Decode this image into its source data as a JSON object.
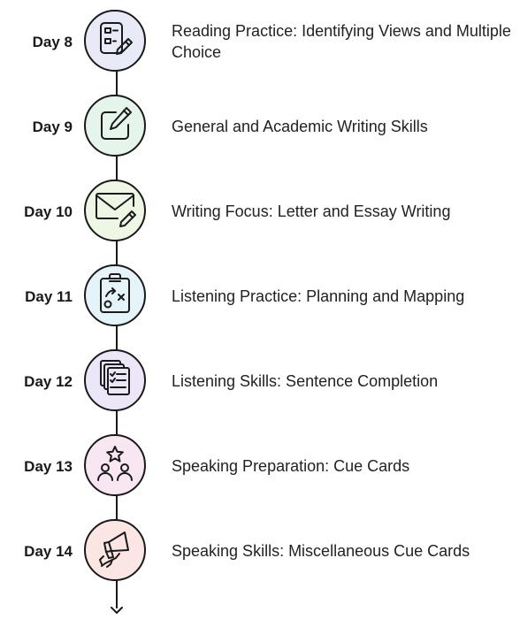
{
  "timeline": {
    "steps": [
      {
        "day": "Day 8",
        "title": "Reading Practice: Identifying Views and Multiple Choice",
        "icon": "checklist-pencil-icon",
        "color": "#e8eaf8"
      },
      {
        "day": "Day 9",
        "title": "General and Academic Writing Skills",
        "icon": "edit-note-icon",
        "color": "#e6f5ec"
      },
      {
        "day": "Day 10",
        "title": "Writing Focus: Letter and Essay Writing",
        "icon": "envelope-pencil-icon",
        "color": "#eef6e4"
      },
      {
        "day": "Day 11",
        "title": "Listening Practice: Planning and Mapping",
        "icon": "clipboard-strategy-icon",
        "color": "#e4f4f8"
      },
      {
        "day": "Day 12",
        "title": "Listening Skills: Sentence Completion",
        "icon": "document-stack-icon",
        "color": "#ece6f8"
      },
      {
        "day": "Day 13",
        "title": "Speaking Preparation: Cue Cards",
        "icon": "group-star-icon",
        "color": "#f8e6f2"
      },
      {
        "day": "Day 14",
        "title": "Speaking Skills: Miscellaneous Cue Cards",
        "icon": "megaphone-hand-icon",
        "color": "#fbe6e4"
      }
    ]
  }
}
